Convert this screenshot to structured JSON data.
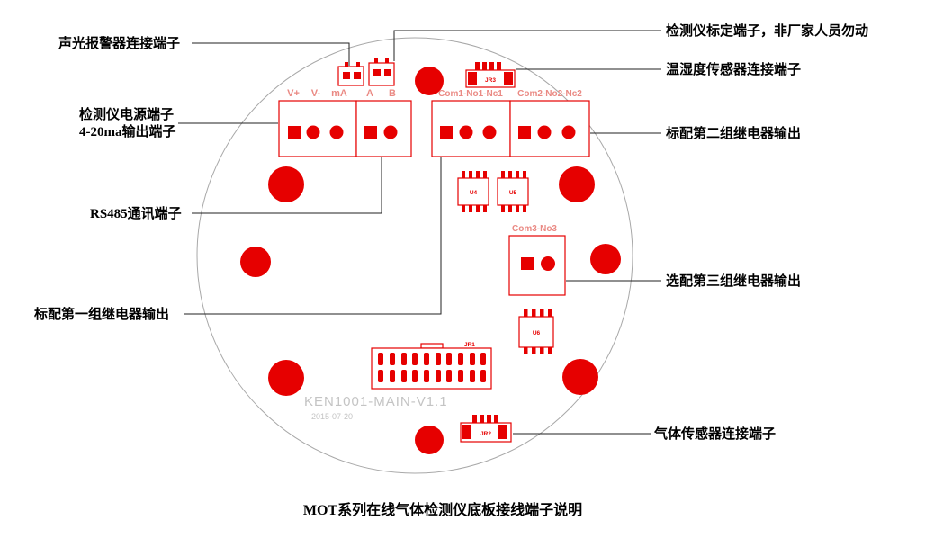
{
  "page": {
    "title": "MOT系列在线气体检测仪底板接线端子说明"
  },
  "board": {
    "model": "KEN1001-MAIN-V1.1",
    "date": "2015-07-20"
  },
  "callouts": {
    "alarm": "声光报警器连接端子",
    "power_line1": "检测仪电源端子",
    "power_line2": "4-20ma输出端子",
    "rs485": "RS485通讯端子",
    "relay1": "标配第一组继电器输出",
    "calibration": "检测仪标定端子，非厂家人员勿动",
    "temp_humidity": "温湿度传感器连接端子",
    "relay2": "标配第二组继电器输出",
    "relay3": "选配第三组继电器输出",
    "gas": "气体传感器连接端子"
  },
  "terminals": {
    "v_plus": "V+",
    "v_minus": "V-",
    "ma": "mA",
    "a": "A",
    "b": "B",
    "relay1": "Com1-No1-Nc1",
    "relay2": "Com2-No2-Nc2",
    "relay3": "Com3-No3"
  },
  "refs": {
    "jr1": "JR1",
    "jr2": "JR2",
    "jr3": "JR3",
    "u4": "U4",
    "u5": "U5",
    "u6": "U6"
  },
  "colors": {
    "component_red": "#e60000",
    "terminal_label_pink": "#ea8a84",
    "silkscreen_gray": "#c4c4c4",
    "board_outline_gray": "#a8a8a8",
    "leader_black": "#222222"
  }
}
